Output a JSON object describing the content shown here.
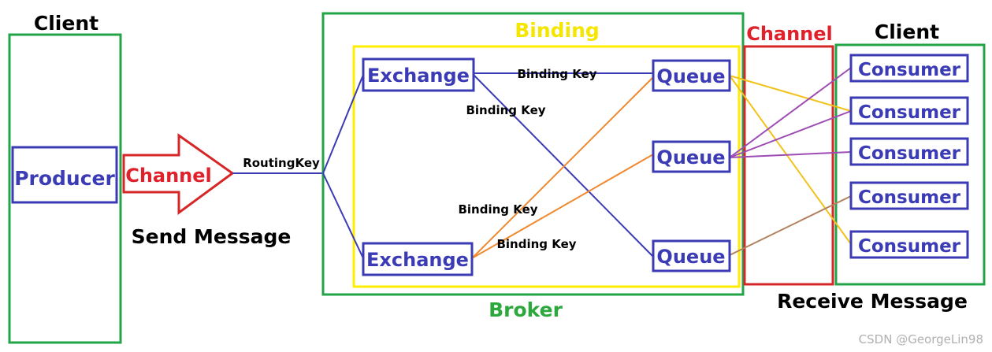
{
  "labels": {
    "client_left": "Client",
    "client_right": "Client",
    "producer": "Producer",
    "channel_arrow": "Channel",
    "send_message": "Send Message",
    "routing_key": "RoutingKey",
    "binding": "Binding",
    "broker": "Broker",
    "channel_right": "Channel",
    "receive_message": "Receive Message",
    "exchange": "Exchange",
    "queue": "Queue",
    "consumer": "Consumer",
    "binding_key": "Binding Key",
    "watermark": "CSDN @GeorgeLin98"
  },
  "colors": {
    "client_box": "#22a447",
    "broker_box": "#22a447",
    "binding_box": "#ffee00",
    "channel_box": "#d62728",
    "node_border": "#3b3bb5",
    "node_text": "#3b3bb5",
    "channel_text": "#e0202a",
    "binding_text": "#f5e600",
    "broker_text": "#2ca83c",
    "orange_link": "#f0892f",
    "yellow_link": "#f2c21a",
    "purple_link": "#9d4cb3",
    "brown_link": "#b3805a"
  }
}
